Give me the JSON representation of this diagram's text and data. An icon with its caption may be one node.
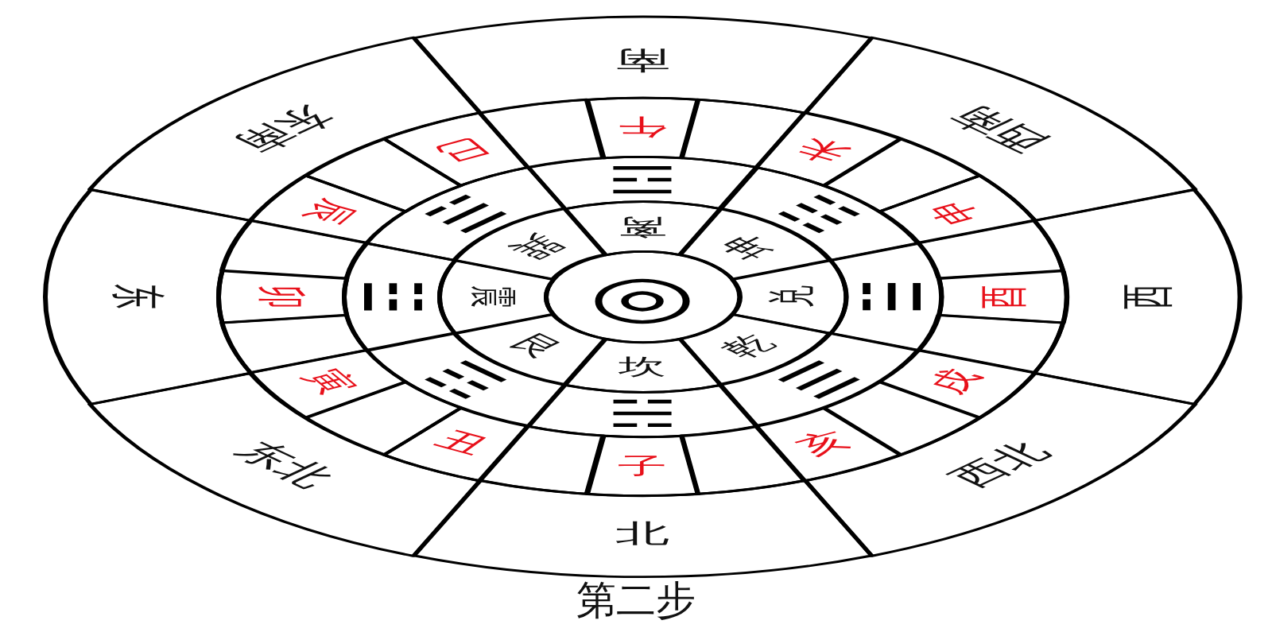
{
  "diagram": {
    "caption": "第二步",
    "nodes": [
      {
        "text": [
          "南"
        ]
      },
      {
        "text": [
          "西南"
        ]
      },
      {
        "text": [
          "西"
        ]
      },
      {
        "text": [
          "西北"
        ]
      },
      {
        "text": [
          "北"
        ]
      },
      {
        "text": [
          "东北"
        ]
      },
      {
        "text": [
          "东"
        ]
      },
      {
        "text": [
          "东南"
        ]
      },
      {
        "text": [
          "午"
        ]
      },
      {
        "text": [],
        "shape": "sector"
      },
      {
        "text": [
          "未"
        ]
      },
      {
        "text": [],
        "shape": "sector"
      },
      {
        "text": [
          "申"
        ]
      },
      {
        "text": [],
        "shape": "sector"
      },
      {
        "text": [
          "酉"
        ]
      },
      {
        "text": [],
        "shape": "sector"
      },
      {
        "text": [
          "戌"
        ]
      },
      {
        "text": [],
        "shape": "sector"
      },
      {
        "text": [
          "亥"
        ]
      },
      {
        "text": [],
        "shape": "sector"
      },
      {
        "text": [
          "子"
        ]
      },
      {
        "text": [],
        "shape": "sector"
      },
      {
        "text": [
          "丑"
        ]
      },
      {
        "text": [],
        "shape": "sector"
      },
      {
        "text": [
          "寅"
        ]
      },
      {
        "text": [],
        "shape": "sector"
      },
      {
        "text": [
          "卯"
        ]
      },
      {
        "text": [],
        "shape": "sector"
      },
      {
        "text": [
          "辰"
        ]
      },
      {
        "text": [],
        "shape": "sector"
      },
      {
        "text": [
          "巳"
        ]
      },
      {
        "text": [],
        "shape": "sector"
      },
      {
        "text": [
          "☲"
        ]
      },
      {
        "text": [
          "☷"
        ]
      },
      {
        "text": [
          "☱"
        ]
      },
      {
        "text": [
          "☰"
        ]
      },
      {
        "text": [
          "☵"
        ]
      },
      {
        "text": [
          "☶"
        ]
      },
      {
        "text": [
          "☳"
        ]
      },
      {
        "text": [
          "☴"
        ]
      },
      {
        "text": [
          "离"
        ]
      },
      {
        "text": [
          "坤"
        ]
      },
      {
        "text": [
          "兑"
        ]
      },
      {
        "text": [
          "乾"
        ]
      },
      {
        "text": [
          "坎"
        ]
      },
      {
        "text": [
          "艮"
        ]
      },
      {
        "text": [
          "震"
        ]
      },
      {
        "text": [
          "巽"
        ]
      },
      {
        "text": [
          "◎"
        ]
      }
    ]
  }
}
